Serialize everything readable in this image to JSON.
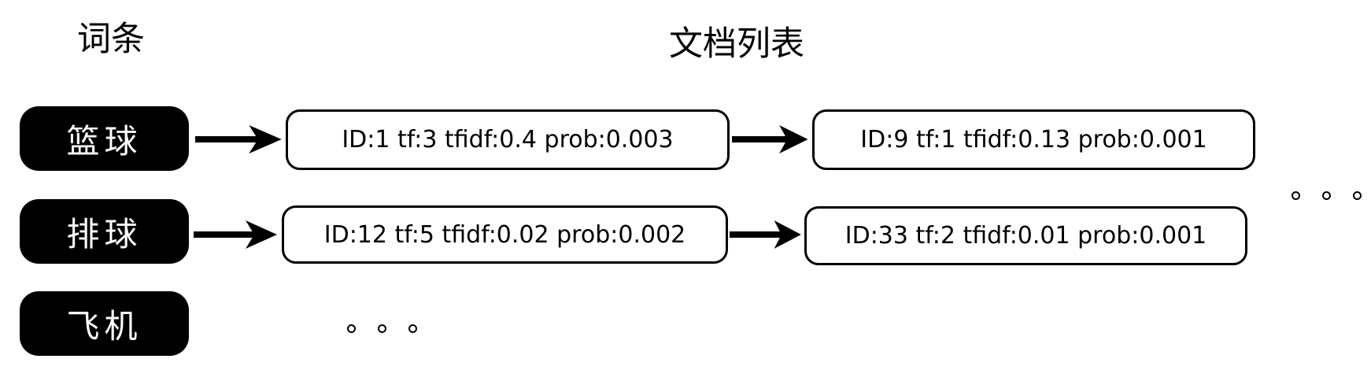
{
  "diagram": {
    "headers": {
      "terms_title": "词条",
      "doclist_title": "文档列表"
    },
    "rows": [
      {
        "term": "篮球",
        "posting1": "ID:1 tf:3 tfidf:0.4 prob:0.003",
        "posting2": "ID:9 tf:1 tfidf:0.13 prob:0.001"
      },
      {
        "term": "排球",
        "posting1": "ID:12 tf:5 tfidf:0.02 prob:0.002",
        "posting2": "ID:33 tf:2 tfidf:0.01 prob:0.001"
      },
      {
        "term": "飞机"
      }
    ],
    "icons": {
      "arrow": "arrow-right-icon",
      "ellipsis_dot": "circle-outline-dot"
    }
  },
  "colors": {
    "background": "#ffffff",
    "term_box_bg": "#000000",
    "term_box_text": "#ffffff",
    "posting_border": "#000000",
    "posting_bg": "#ffffff",
    "text": "#000000"
  }
}
